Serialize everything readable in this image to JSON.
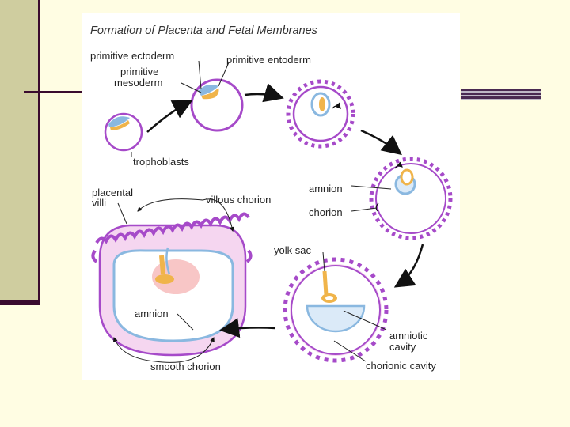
{
  "figure": {
    "title": "Formation of Placenta and Fetal Membranes",
    "labels": {
      "primitive_ectoderm": "primitive ectoderm",
      "primitive_entoderm": "primitive entoderm",
      "primitive_mesoderm_1": "primitive",
      "primitive_mesoderm_2": "mesoderm",
      "trophoblasts": "trophoblasts",
      "amnion_stage4": "amnion",
      "chorion": "chorion",
      "yolk_sac": "yolk sac",
      "amniotic_cavity_1": "amniotic",
      "amniotic_cavity_2": "cavity",
      "chorionic_cavity": "chorionic cavity",
      "placental_villi_1": "placental",
      "placental_villi_2": "villi",
      "villous_chorion": "villous chorion",
      "amnion_final": "amnion",
      "smooth_chorion": "smooth chorion"
    }
  },
  "colors": {
    "background": "#fffde3",
    "sidebar": "#cfcd9f",
    "accent_dark": "#3a0b2e",
    "trophoblast": "#a64ac9",
    "chorion_fill": "#f5d6f0",
    "amnion": "#8ab8e0",
    "yolk": "#f0b44a",
    "embryo": "#f8c6c6"
  }
}
